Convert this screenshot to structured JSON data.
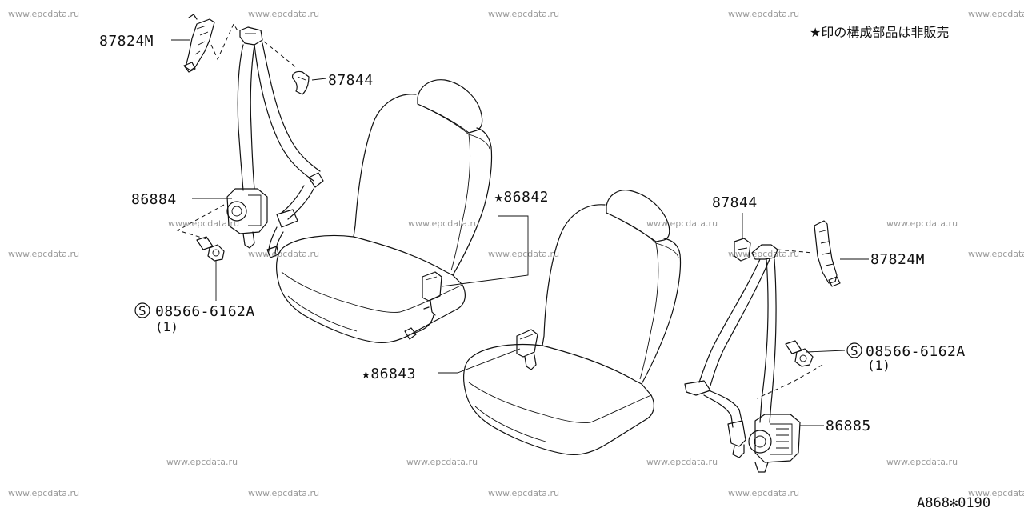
{
  "watermark": "www.epcdata.ru",
  "note": "★印の構成部品は非販売",
  "diagram_code": "A868✻0190",
  "labels": {
    "retractor_cover_left": "87824M",
    "guide_left": "87844",
    "retractor_left": "86884",
    "buckle_left": "★86842",
    "bolt_left": "08566-6162A",
    "bolt_left_qty": "(1)",
    "buckle_right": "★86843",
    "guide_right": "87844",
    "retractor_cover_right": "87824M",
    "bolt_right": "08566-6162A",
    "bolt_right_qty": "(1)",
    "retractor_right": "86885"
  },
  "symbols": {
    "circle_s": "S"
  }
}
